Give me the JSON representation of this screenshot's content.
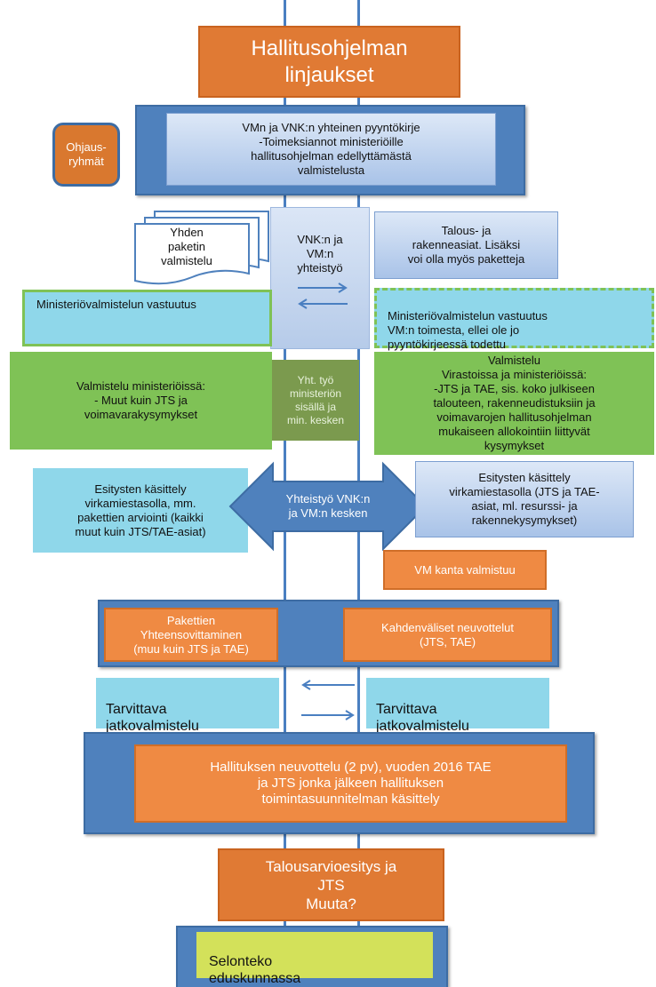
{
  "top": {
    "title": "Hallitusohjelman\nlinjaukset"
  },
  "ohjaus": {
    "label": "Ohjaus-\nryhmät"
  },
  "request": {
    "text": "VMn ja VNK:n  yhteinen pyyntökirje\n-Toimeksiannot ministeriöille\nhallitusohjelman edellyttämästä\nvalmistelusta"
  },
  "package": {
    "text": "Yhden\npaketin\nvalmistelu"
  },
  "coop": {
    "text": "VNK:n ja\nVM:n\nyhteistyö"
  },
  "economy": {
    "text": "Talous- ja\nrakenneasiat. Lisäksi\nvoi olla myös paketteja"
  },
  "left_resp": {
    "text": "Ministeriövalmistelun vastuutus"
  },
  "right_resp": {
    "text": "Ministeriövalmistelun vastuutus\nVM:n toimesta, ellei ole jo\npyyntökirjeessä todettu"
  },
  "left_prep": {
    "text": "Valmistelu ministeriöissä:\n- Muut kuin JTS ja\nvoimavarakysymykset"
  },
  "mid_prep": {
    "text": "Yht. työ\nministeriön\nsisällä ja\nmin. kesken"
  },
  "right_prep": {
    "text": "Valmistelu\nVirastoissa ja ministeriöissä:\n-JTS ja TAE, sis. koko julkiseen\ntalouteen, rakenneudistuksiin ja\nvoimavarojen hallitusohjelman\nmukaiseen allokointiin liittyvät\nkysymykset"
  },
  "left_handling": {
    "text": "Esitysten käsittely\nvirkamiestasolla, mm.\npakettien arviointi (kaikki\nmuut kuin JTS/TAE-asiat)"
  },
  "arrow_coop": {
    "text": "Yhteistyö VNK:n\nja VM:n kesken"
  },
  "right_handling": {
    "text": "Esitysten käsittely\nvirkamiestasolla (JTS ja TAE-\nasiat, ml. resurssi- ja\nrakennekysymykset)"
  },
  "vm_kanta": {
    "text": "VM kanta valmistuu"
  },
  "packages_coord": {
    "text": "Pakettien\nYhteensovittaminen\n(muu kuin JTS ja TAE)"
  },
  "bilateral": {
    "text": "Kahdenväliset neuvottelut\n(JTS, TAE)"
  },
  "further_left": {
    "text": "Tarvittava\njatkovalmistelu"
  },
  "further_right": {
    "text": "Tarvittava\njatkovalmistelu"
  },
  "negotiation": {
    "text": "Hallituksen neuvottelu (2 pv), vuoden 2016 TAE\nja JTS jonka jälkeen  hallituksen\ntoimintasuunnitelman käsittely"
  },
  "budget": {
    "text": "Talousarvioesitys ja\nJTS\nMuuta?"
  },
  "report": {
    "text": "Selonteko\neduskunnassa"
  },
  "colors": {
    "line_blue": "#4a7fc1",
    "orange": "#e07a34",
    "green": "#7fc256",
    "cyan": "#8fd7ea",
    "lime": "#d3e15a"
  }
}
